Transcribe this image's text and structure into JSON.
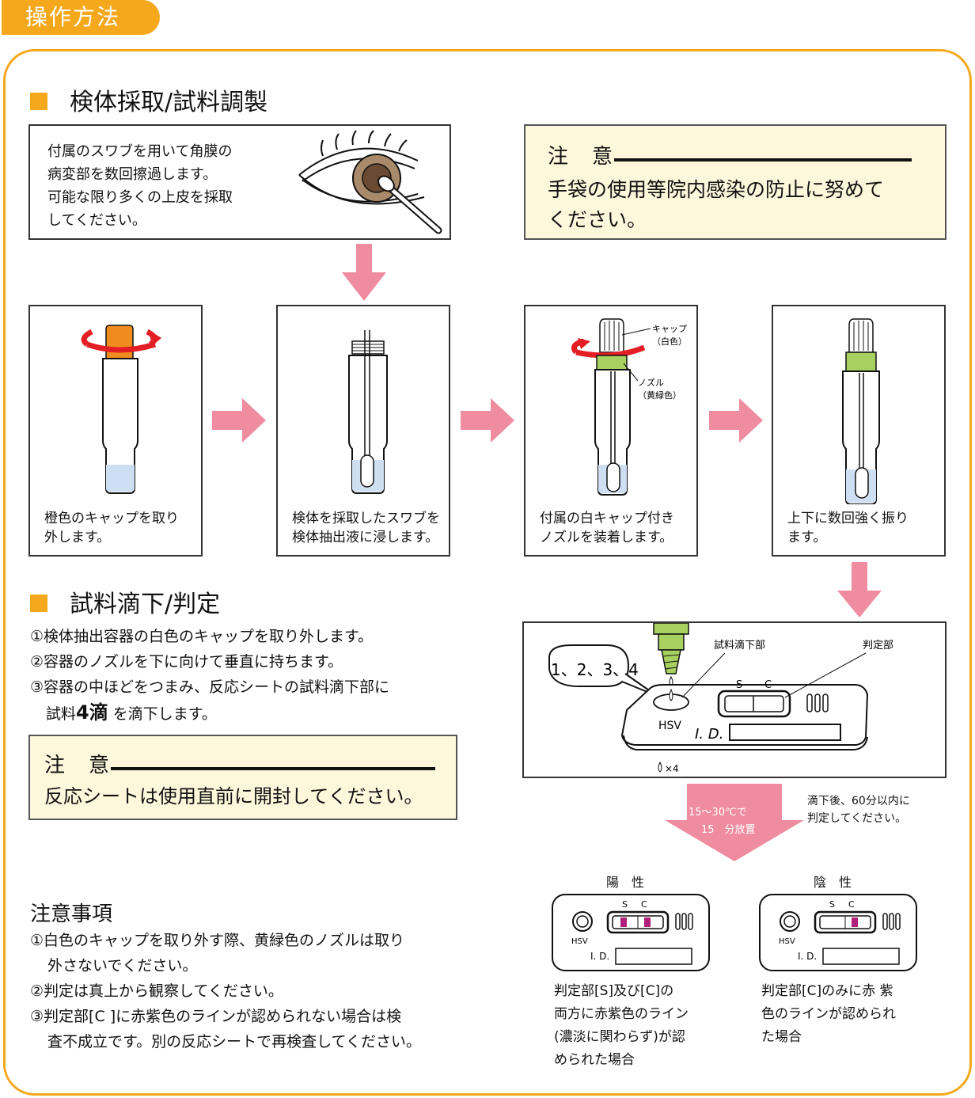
{
  "tab": {
    "title": "操作方法"
  },
  "section1": {
    "heading": "検体採取/試料調製"
  },
  "swab_box": {
    "lines": [
      "付属のスワブを用いて角膜の",
      "病変部を数回擦過します。",
      "可能な限り多くの上皮を採取",
      "してください。"
    ]
  },
  "caution1": {
    "title": "注　意",
    "lines": [
      "手袋の使用等院内感染の防止に努めて",
      "ください。"
    ]
  },
  "steps": [
    {
      "lines": [
        "橙色のキャップを取り",
        "外します。"
      ]
    },
    {
      "lines": [
        "検体を採取したスワブを",
        "検体抽出液に浸します。"
      ]
    },
    {
      "lines": [
        "付属の白キャップ付き",
        "ノズルを装着します。"
      ],
      "labels": {
        "cap": "キャップ",
        "cap_sub": "（白色）",
        "nozzle": "ノズル",
        "nozzle_sub": "（黄緑色）"
      }
    },
    {
      "lines": [
        "上下に数回強く振り",
        "ます。"
      ]
    }
  ],
  "section2": {
    "heading": "試料滴下/判定",
    "items": [
      "①検体抽出容器の白色のキャップを取り外します。",
      "②容器のノズルを下に向けて垂直に持ちます。",
      "③容器の中ほどをつまみ、反応シートの試料滴下部に"
    ],
    "item3_cont_pre": "試料",
    "item3_cont_big": "4滴",
    "item3_cont_post": " を滴下します。"
  },
  "caution2": {
    "title": "注　意",
    "text": "反応シートは使用直前に開封してください。"
  },
  "device": {
    "bubble": "1、2、3、4",
    "drop_label": "試料滴下部",
    "judge_label": "判定部",
    "s": "S",
    "c": "C",
    "hsv": "HSV",
    "id": "I. D.",
    "drops": "×4"
  },
  "wait": {
    "arrow_line1": "15～30℃で",
    "arrow_line2": "15　分放置",
    "side_line1": "滴下後、60分以内に",
    "side_line2": "判定してください。"
  },
  "positive": {
    "title": "陽　性",
    "s": "S",
    "c": "C",
    "hsv": "HSV",
    "id": "I. D.",
    "lines": [
      "判定部[S]及び[C]の",
      "両方に赤紫色のライン",
      "(濃淡に関わらず)が認",
      "められた場合"
    ]
  },
  "negative": {
    "title": "陰　性",
    "s": "S",
    "c": "C",
    "hsv": "HSV",
    "id": "I. D.",
    "lines": [
      "判定部[C]のみに赤 紫",
      "色のラインが認められ",
      "た場合"
    ]
  },
  "notes": {
    "heading": "注意事項",
    "lines": [
      "①白色のキャップを取り外す際、黄緑色のノズルは取り",
      "外さないでください。",
      "②判定は真上から観察してください。",
      "③判定部[C ]に赤紫色のラインが認められない場合は検",
      "査不成立です。別の反応シートで再検査してください。"
    ]
  },
  "colors": {
    "accent": "#f5a81c",
    "arrow": "#ef8c9f",
    "note_bg": "#fdf7dc",
    "liquid": "#cfdff3",
    "nozzle_green": "#a8d060",
    "orange_cap": "#f08c1e",
    "rotate_red": "#e41e25",
    "line_magenta": "#b0207a"
  }
}
